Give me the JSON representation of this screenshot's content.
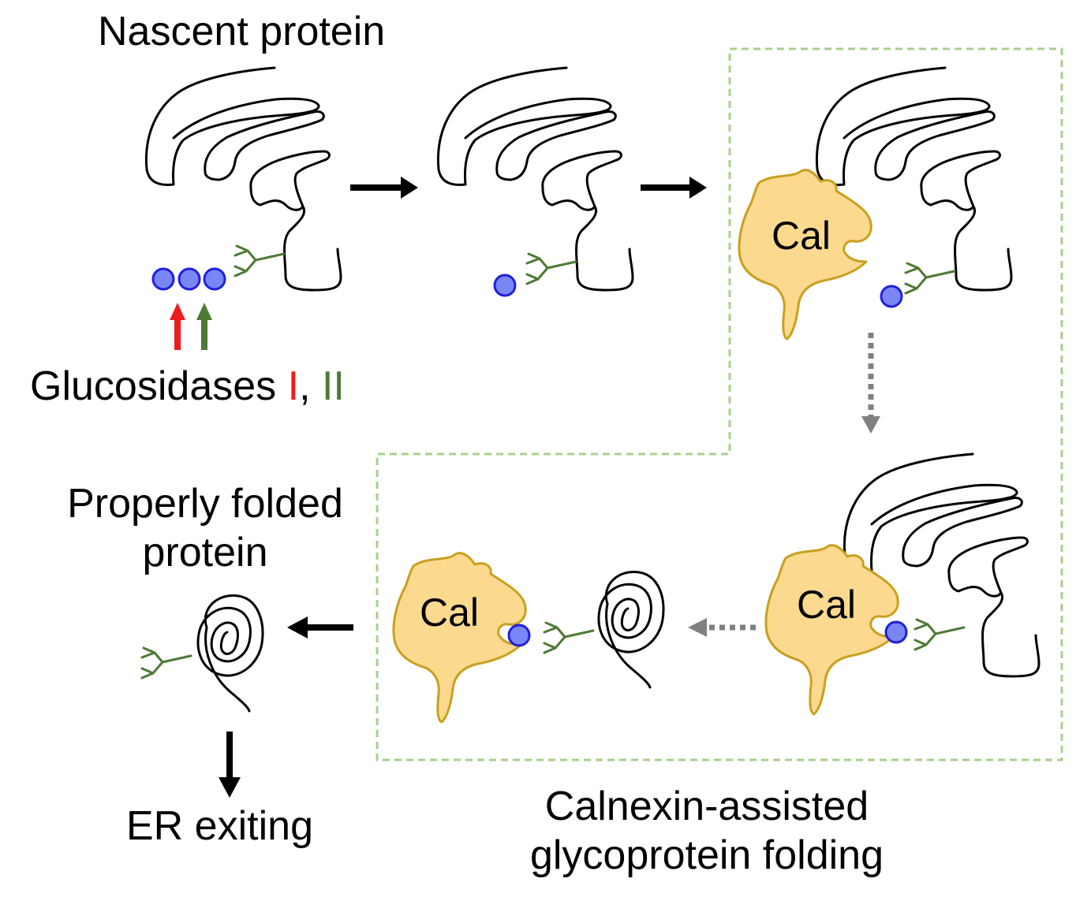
{
  "labels": {
    "nascent": "Nascent protein",
    "glucosidases_prefix": "Glucosidases ",
    "glucosidase_one": "I",
    "comma": ", ",
    "glucosidase_two": "II",
    "properly_line1": "Properly folded",
    "properly_line2": "protein",
    "er_exiting": "ER exiting",
    "calnexin_line1": "Calnexin-assisted",
    "calnexin_line2": "glycoprotein folding",
    "cal": "Cal"
  },
  "colors": {
    "glucose": "#7b86f5",
    "glucose_stroke": "#1f1fe0",
    "glycan": "#4d7a35",
    "calnexin_fill": "#fbd98f",
    "calnexin_stroke": "#c9a01f",
    "glucosidase_one": "#ee1c1c",
    "glucosidase_two": "#4d7a35",
    "box": "#a8d08d",
    "arrow": "#000000",
    "arrow_dashed": "#808080"
  }
}
